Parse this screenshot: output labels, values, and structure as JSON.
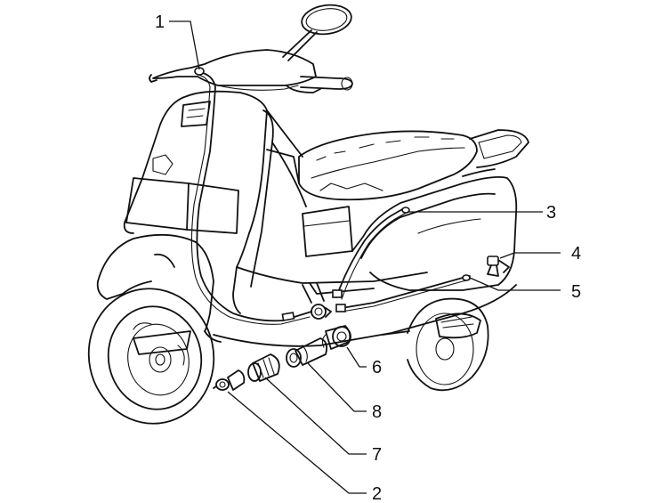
{
  "diagram": {
    "callouts": [
      {
        "id": "1",
        "label": "1"
      },
      {
        "id": "2",
        "label": "2"
      },
      {
        "id": "3",
        "label": "3"
      },
      {
        "id": "4",
        "label": "4"
      },
      {
        "id": "5",
        "label": "5"
      },
      {
        "id": "6",
        "label": "6"
      },
      {
        "id": "7",
        "label": "7"
      },
      {
        "id": "8",
        "label": "8"
      }
    ]
  },
  "colors": {
    "line": "#111111",
    "background": "#ffffff"
  }
}
